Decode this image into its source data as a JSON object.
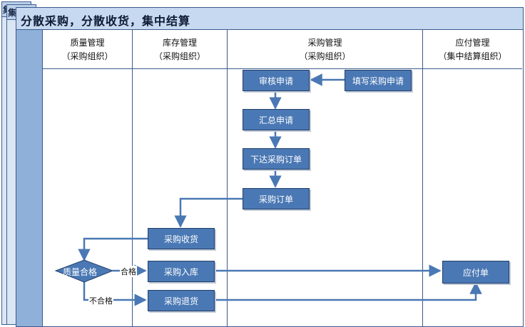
{
  "title": "分散采购，分散收货，集中结算",
  "stack_tab_glyphs": [
    "集",
    "集"
  ],
  "lanes": [
    {
      "title": "质量管理",
      "subtitle": "（采购组织）"
    },
    {
      "title": "库存管理",
      "subtitle": "（采购组织）"
    },
    {
      "title": "采购管理",
      "subtitle": "（采购组织）"
    },
    {
      "title": "应付管理",
      "subtitle": "（集中结算组织）"
    }
  ],
  "nodes": {
    "fill_request": "填写采购申请",
    "review_request": "审核申请",
    "summarize_request": "汇总申请",
    "issue_order": "下达采购订单",
    "purchase_order": "采购订单",
    "receive_goods": "采购收货",
    "quality_decision": "质量合格",
    "stock_in": "采购入库",
    "return_goods": "采购退货",
    "payable": "应付单"
  },
  "edge_labels": {
    "pass": "合格",
    "fail": "不合格"
  },
  "colors": {
    "box_fill": "#4a78b4",
    "box_text": "#ffffff",
    "title_bar": "#c6d9f0",
    "side_strip": "#8fb0d8",
    "arrow": "#4a78b4"
  }
}
